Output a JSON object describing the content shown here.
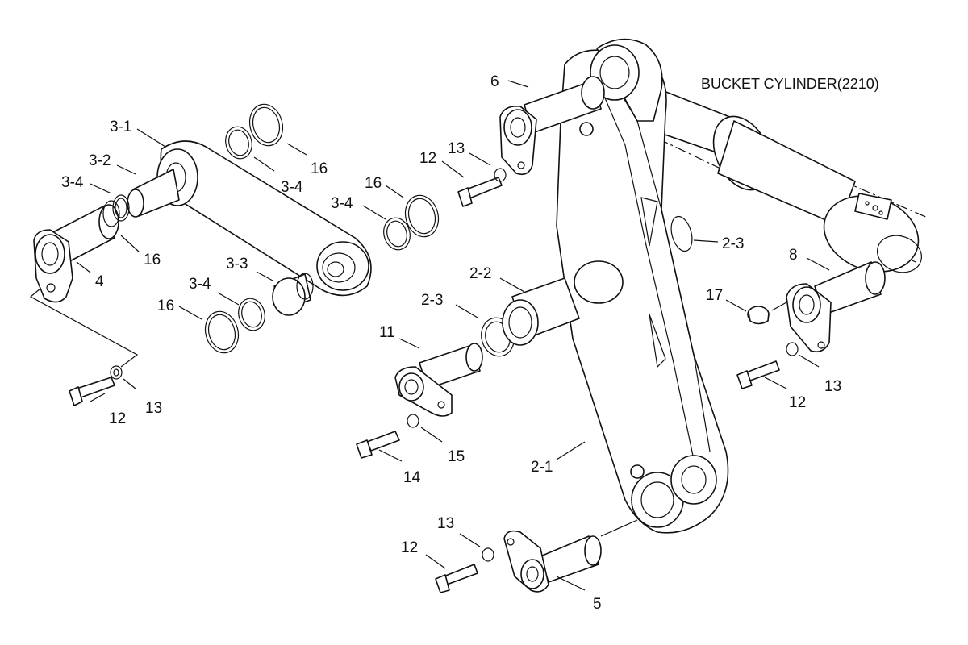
{
  "diagram": {
    "title": "BUCKET CYLINDER(2210)",
    "callouts": {
      "p6": "6",
      "p3_1": "3-1",
      "p3_2": "3-2",
      "p3_4_left": "3-4",
      "p16_left": "16",
      "p4": "4",
      "p3_4_top": "3-4",
      "p16_top": "16",
      "p3_4_mid": "3-4",
      "p16_mid": "16",
      "p3_3": "3-3",
      "p3_4_low": "3-4",
      "p16_low": "16",
      "p12_left": "12",
      "p13_left": "13",
      "p12_top": "12",
      "p13_top": "13",
      "p2_2": "2-2",
      "p2_3_mid": "2-3",
      "p11": "11",
      "p15": "15",
      "p14": "14",
      "p2_1": "2-1",
      "p2_3_right": "2-3",
      "p8": "8",
      "p17": "17",
      "p12_right": "12",
      "p13_right": "13",
      "p13_bottom": "13",
      "p12_bottom": "12",
      "p5": "5"
    }
  }
}
